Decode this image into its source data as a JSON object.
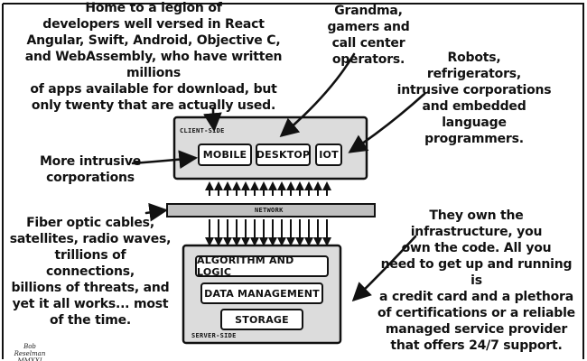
{
  "annotations": {
    "developers": "Home to a legion of\ndevelopers well versed in React\nAngular, Swift, Android, Objective C,\nand WebAssembly, who have written millions\nof apps available for download, but\nonly twenty that are actually used.",
    "grandma": "Grandma,\ngamers and\ncall center operators.",
    "robots": "Robots,\nrefrigerators,\nintrusive corporations\nand embedded language\nprogrammers.",
    "intrusive": "More intrusive\ncorporations",
    "fiber": "Fiber optic cables,\nsatellites, radio waves,\ntrillions of connections,\nbillions of threats, and\nyet it all works... most\nof the time.",
    "infrastructure": "They own the\ninfrastructure, you\nown the code. All you\nneed to get up and running is\na credit card and a plethora\nof certifications or a reliable\nmanaged service provider\nthat offers 24/7 support."
  },
  "client_side": {
    "label": "CLIENT-SIDE",
    "boxes": {
      "mobile": "MOBILE",
      "desktop": "DESKTOP",
      "iot": "IOT"
    }
  },
  "network": {
    "label": "NETWORK"
  },
  "server_side": {
    "label": "SERVER-SIDE",
    "boxes": {
      "algorithm": "ALGORITHM AND LOGIC",
      "data": "DATA MANAGEMENT",
      "storage": "STORAGE"
    }
  },
  "signature": "Bob Reselman\nMMXXI",
  "colors": {
    "ink": "#111111",
    "panel": "#dcdcdc",
    "network_bar": "#bfbfbf",
    "paper": "#ffffff"
  }
}
